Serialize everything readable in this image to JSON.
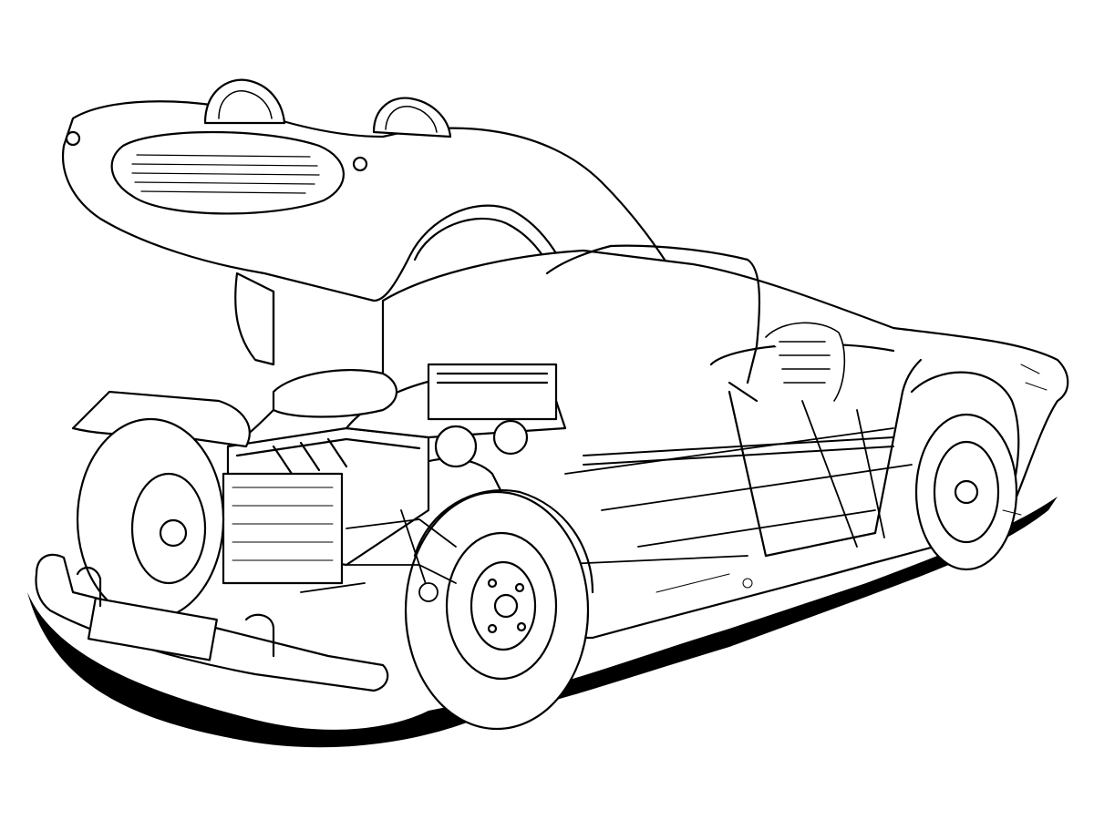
{
  "image": {
    "subject": "cutaway-car-illustration",
    "style": "black-ink-line-art",
    "background_color": "#ffffff",
    "ink_color": "#000000"
  },
  "parts": [
    "tilted-front-bonnet",
    "headlamp-left",
    "headlamp-right",
    "grille-opening",
    "engine-block",
    "radiator",
    "front-bumper",
    "front-wheel-left",
    "front-wheel-right",
    "rear-wheel",
    "body-shell",
    "windscreen-frame",
    "seats",
    "chassis-frame",
    "drive-shaft",
    "ground-shadow"
  ]
}
